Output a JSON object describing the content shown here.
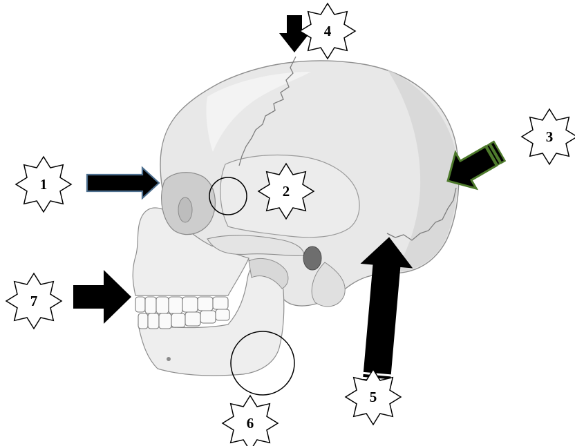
{
  "labels": [
    {
      "id": 1,
      "text": "1"
    },
    {
      "id": 2,
      "text": "2"
    },
    {
      "id": 3,
      "text": "3"
    },
    {
      "id": 4,
      "text": "4"
    },
    {
      "id": 5,
      "text": "5"
    },
    {
      "id": 6,
      "text": "6"
    },
    {
      "id": 7,
      "text": "7"
    }
  ],
  "colors": {
    "skull_fill": "#e6e6e6",
    "skull_light": "#f2f2f2",
    "skull_shadow": "#cfcfcf",
    "skull_line": "#9a9a9a",
    "arrow_black": "#000000",
    "arrow_blue_outline": "#4d6f8f",
    "arrow_green_outline": "#4e7a2c"
  },
  "icons": {
    "badge": "eight-point-star-icon",
    "pointer": "thick-arrow-icon",
    "marker": "circle-marker-icon"
  }
}
